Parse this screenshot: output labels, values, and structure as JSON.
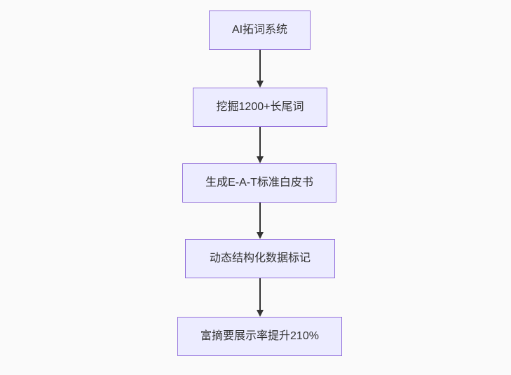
{
  "diagram": {
    "type": "flowchart",
    "direction": "top-down",
    "nodes": [
      {
        "id": "node-1",
        "label": "AI拓词系统"
      },
      {
        "id": "node-2",
        "label": "挖掘1200+长尾词"
      },
      {
        "id": "node-3",
        "label": "生成E-A-T标准白皮书"
      },
      {
        "id": "node-4",
        "label": "动态结构化数据标记"
      },
      {
        "id": "node-5",
        "label": "富摘要展示率提升210%"
      }
    ],
    "edges": [
      {
        "from": "node-1",
        "to": "node-2",
        "style": "arrow-down"
      },
      {
        "from": "node-2",
        "to": "node-3",
        "style": "arrow-down"
      },
      {
        "from": "node-3",
        "to": "node-4",
        "style": "arrow-down"
      },
      {
        "from": "node-4",
        "to": "node-5",
        "style": "arrow-down"
      }
    ],
    "colors": {
      "node_fill": "#ECECFF",
      "node_border": "#9370DB",
      "node_text": "#333333",
      "arrow": "#333333",
      "background": "#fafafa"
    }
  }
}
